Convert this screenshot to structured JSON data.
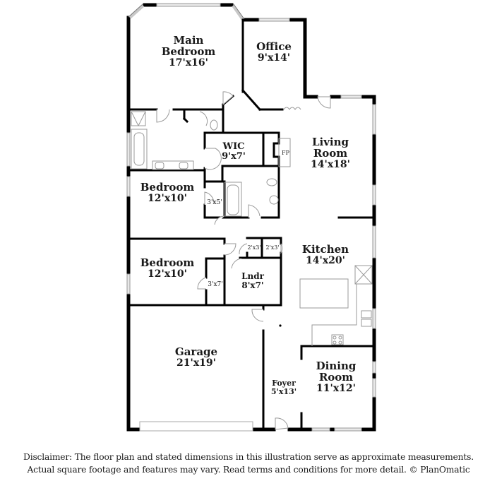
{
  "floor_plan": {
    "rooms": [
      {
        "id": "main-bedroom",
        "name": "Main Bedroom",
        "name_lines": [
          "Main",
          "Bedroom"
        ],
        "dimensions": "17'x16'"
      },
      {
        "id": "office",
        "name": "Office",
        "name_lines": [
          "Office"
        ],
        "dimensions": "9'x14'"
      },
      {
        "id": "wic",
        "name": "WIC",
        "name_lines": [
          "WIC"
        ],
        "dimensions": "9'x7'"
      },
      {
        "id": "living-room",
        "name": "Living Room",
        "name_lines": [
          "Living",
          "Room"
        ],
        "dimensions": "14'x18'"
      },
      {
        "id": "bedroom-1",
        "name": "Bedroom",
        "name_lines": [
          "Bedroom"
        ],
        "dimensions": "12'x10'"
      },
      {
        "id": "bedroom-2",
        "name": "Bedroom",
        "name_lines": [
          "Bedroom"
        ],
        "dimensions": "12'x10'"
      },
      {
        "id": "kitchen",
        "name": "Kitchen",
        "name_lines": [
          "Kitchen"
        ],
        "dimensions": "14'x20'"
      },
      {
        "id": "laundry",
        "name": "Lndr",
        "name_lines": [
          "Lndr"
        ],
        "dimensions": "8'x7'"
      },
      {
        "id": "garage",
        "name": "Garage",
        "name_lines": [
          "Garage"
        ],
        "dimensions": "21'x19'"
      },
      {
        "id": "foyer",
        "name": "Foyer",
        "name_lines": [
          "Foyer"
        ],
        "dimensions": "5'x13'"
      },
      {
        "id": "dining-room",
        "name": "Dining Room",
        "name_lines": [
          "Dining",
          "Room"
        ],
        "dimensions": "11'x12'"
      }
    ],
    "closets": [
      {
        "id": "closet-bedroom-1",
        "dimensions": "3'x5'"
      },
      {
        "id": "closet-bedroom-2",
        "dimensions": "3'x7'"
      },
      {
        "id": "closet-hall-1",
        "dimensions": "2'x3'"
      },
      {
        "id": "closet-hall-2",
        "dimensions": "2'x3'"
      }
    ],
    "fixtures": {
      "fireplace_label": "FP"
    },
    "colors": {
      "wall": "#000000",
      "window": "#c8c8c8",
      "fixture": "#9a9a9a",
      "text": "#1a1a1a",
      "background": "#ffffff"
    }
  },
  "disclaimer": {
    "line1": "Disclaimer: The floor plan and stated dimensions in this illustration serve as approximate measurements.",
    "line2": "Actual square footage and features may vary. Read terms and conditions for more detail. © PlanOmatic"
  }
}
